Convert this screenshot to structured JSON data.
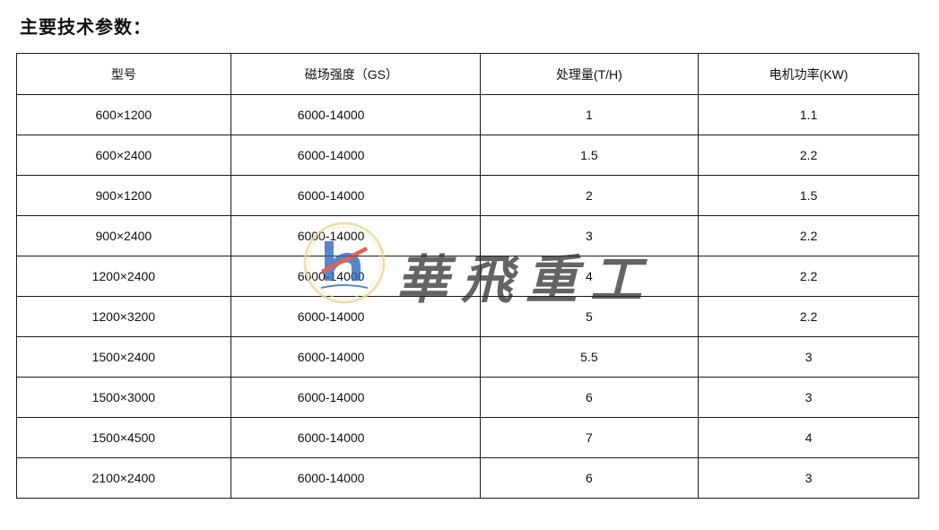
{
  "heading": "主要技术参数：",
  "table": {
    "headers": {
      "model": "型号",
      "field": "磁场强度（GS）",
      "capacity": "处理量(T/H)",
      "power": "电机功率(KW)"
    },
    "rows": [
      {
        "model": "600×1200",
        "field": "6000-14000",
        "capacity": "1",
        "power": "1.1"
      },
      {
        "model": "600×2400",
        "field": "6000-14000",
        "capacity": "1.5",
        "power": "2.2"
      },
      {
        "model": "900×1200",
        "field": "6000-14000",
        "capacity": "2",
        "power": "1.5"
      },
      {
        "model": "900×2400",
        "field": "6000-14000",
        "capacity": "3",
        "power": "2.2"
      },
      {
        "model": "1200×2400",
        "field": "6000-14000",
        "capacity": "4",
        "power": "2.2"
      },
      {
        "model": "1200×3200",
        "field": "6000-14000",
        "capacity": "5",
        "power": "2.2"
      },
      {
        "model": "1500×2400",
        "field": "6000-14000",
        "capacity": "5.5",
        "power": "3"
      },
      {
        "model": "1500×3000",
        "field": "6000-14000",
        "capacity": "6",
        "power": "3"
      },
      {
        "model": "1500×4500",
        "field": "6000-14000",
        "capacity": "7",
        "power": "4"
      },
      {
        "model": "2100×2400",
        "field": "6000-14000",
        "capacity": "6",
        "power": "3"
      }
    ]
  },
  "watermark": {
    "logo_letter": "h",
    "company_name": "華飛重工",
    "logo_ring_color": "#e8d79a",
    "logo_blue": "#2a66b8",
    "logo_red": "#d8352a"
  }
}
